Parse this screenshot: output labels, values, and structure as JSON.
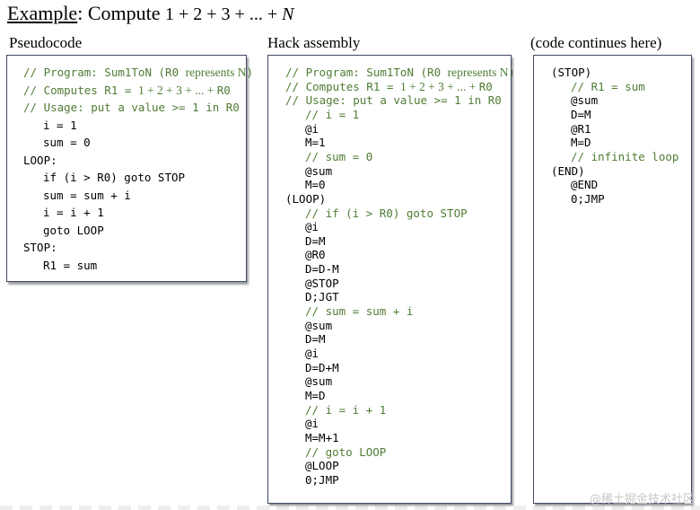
{
  "title": {
    "example": "Example",
    "colon": ":",
    "compute": " Compute ",
    "expr_main": "1 + 2 + 3 + ... + ",
    "expr_var": "N"
  },
  "sections": {
    "pseudocode": "Pseudocode",
    "hack": "Hack assembly",
    "continues": "(code continues here)"
  },
  "pseudocode": [
    {
      "t": "// Program: Sum1ToN (R0 ",
      "rm": "represents N",
      "after": ")",
      "c": 1,
      "i": 0
    },
    {
      "t": "// Computes R1 = ",
      "rm": "1 + 2 + 3 + ... + ",
      "after": "R0",
      "c": 1,
      "i": 0
    },
    {
      "t": "// Usage: put a value >= 1 in R0",
      "c": 1,
      "i": 0
    },
    {
      "t": "i = 1",
      "c": 0,
      "i": 1
    },
    {
      "t": "sum = 0",
      "c": 0,
      "i": 1
    },
    {
      "t": "LOOP:",
      "c": 0,
      "i": 0
    },
    {
      "t": "if (i > R0) goto STOP",
      "c": 0,
      "i": 1
    },
    {
      "t": "sum = sum + i",
      "c": 0,
      "i": 1
    },
    {
      "t": "i = i + 1",
      "c": 0,
      "i": 1
    },
    {
      "t": "goto LOOP",
      "c": 0,
      "i": 1
    },
    {
      "t": "STOP:",
      "c": 0,
      "i": 0
    },
    {
      "t": "R1 = sum",
      "c": 0,
      "i": 1
    }
  ],
  "hack": [
    {
      "t": "// Program: Sum1ToN (R0 ",
      "rm": "represents N",
      "after": ")",
      "c": 1,
      "i": 0
    },
    {
      "t": "// Computes R1 = ",
      "rm": "1 + 2 + 3 + ... + ",
      "after": "R0",
      "c": 1,
      "i": 0
    },
    {
      "t": "// Usage: put a value >= 1 in R0",
      "c": 1,
      "i": 0
    },
    {
      "t": "// i = 1",
      "c": 1,
      "i": 1
    },
    {
      "t": "@i",
      "c": 0,
      "i": 1
    },
    {
      "t": "M=1",
      "c": 0,
      "i": 1
    },
    {
      "t": "// sum = 0",
      "c": 1,
      "i": 1
    },
    {
      "t": "@sum",
      "c": 0,
      "i": 1
    },
    {
      "t": "M=0",
      "c": 0,
      "i": 1
    },
    {
      "t": "(LOOP)",
      "c": 0,
      "i": 0
    },
    {
      "t": "// if (i > R0) goto STOP",
      "c": 1,
      "i": 1
    },
    {
      "t": "@i",
      "c": 0,
      "i": 1
    },
    {
      "t": "D=M",
      "c": 0,
      "i": 1
    },
    {
      "t": "@R0",
      "c": 0,
      "i": 1
    },
    {
      "t": "D=D-M",
      "c": 0,
      "i": 1
    },
    {
      "t": "@STOP",
      "c": 0,
      "i": 1
    },
    {
      "t": "D;JGT",
      "c": 0,
      "i": 1
    },
    {
      "t": "// sum = sum + i",
      "c": 1,
      "i": 1
    },
    {
      "t": "@sum",
      "c": 0,
      "i": 1
    },
    {
      "t": "D=M",
      "c": 0,
      "i": 1
    },
    {
      "t": "@i",
      "c": 0,
      "i": 1
    },
    {
      "t": "D=D+M",
      "c": 0,
      "i": 1
    },
    {
      "t": "@sum",
      "c": 0,
      "i": 1
    },
    {
      "t": "M=D",
      "c": 0,
      "i": 1
    },
    {
      "t": "// i = i + 1",
      "c": 1,
      "i": 1
    },
    {
      "t": "@i",
      "c": 0,
      "i": 1
    },
    {
      "t": "M=M+1",
      "c": 0,
      "i": 1
    },
    {
      "t": "// goto LOOP",
      "c": 1,
      "i": 1
    },
    {
      "t": "@LOOP",
      "c": 0,
      "i": 1
    },
    {
      "t": "0;JMP",
      "c": 0,
      "i": 1
    }
  ],
  "continued": [
    {
      "t": "(STOP)",
      "c": 0,
      "i": 0
    },
    {
      "t": "// R1 = sum",
      "c": 1,
      "i": 1
    },
    {
      "t": "@sum",
      "c": 0,
      "i": 1
    },
    {
      "t": "D=M",
      "c": 0,
      "i": 1
    },
    {
      "t": "@R1",
      "c": 0,
      "i": 1
    },
    {
      "t": "M=D",
      "c": 0,
      "i": 1
    },
    {
      "t": "// infinite loop",
      "c": 1,
      "i": 1
    },
    {
      "t": "(END)",
      "c": 0,
      "i": 0
    },
    {
      "t": "@END",
      "c": 0,
      "i": 1
    },
    {
      "t": "0;JMP",
      "c": 0,
      "i": 1
    }
  ],
  "colors": {
    "comment": "#4f7c34",
    "border": "#3f4a63"
  },
  "watermark": "@稀土掘金技术社区"
}
